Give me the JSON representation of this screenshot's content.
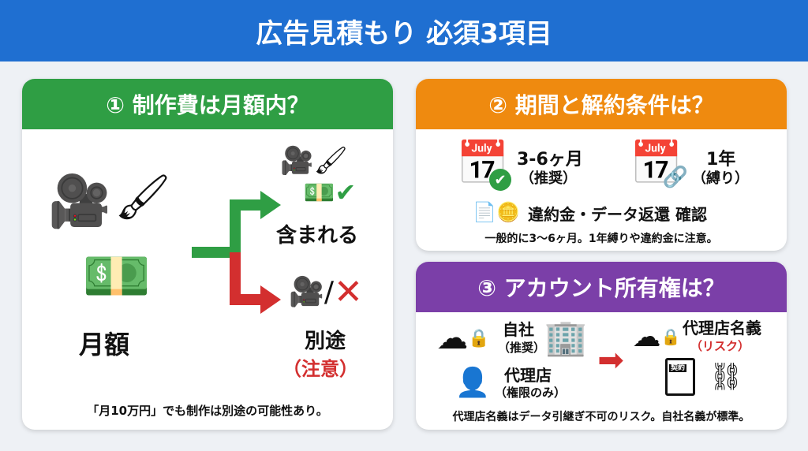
{
  "title": "広告見積もり 必須3項目",
  "colors": {
    "header": "#1f6fd1",
    "green": "#2f9e44",
    "orange": "#ef8a0f",
    "purple": "#7b3fa8",
    "red": "#d32f2f"
  },
  "panel1": {
    "heading": "① 制作費は月額内？",
    "monthly": "月額",
    "included": "含まれる",
    "separate": "別途",
    "caution": "（注意）",
    "note": "「月10万円」でも制作は別途の可能性あり。"
  },
  "panel2": {
    "heading": "② 期間と解約条件は？",
    "option1": "3-6ヶ月",
    "option1_sub": "（推奨）",
    "option2": "1年",
    "option2_sub": "（縛り）",
    "check": "違約金・データ返還 確認",
    "note": "一般的に3〜6ヶ月。1年縛りや違約金に注意。"
  },
  "panel3": {
    "heading": "③ アカウント所有権は？",
    "own": "自社",
    "own_sub": "（推奨）",
    "agency": "代理店",
    "agency_sub": "（権限のみ）",
    "agency_name": "代理店名義",
    "risk": "（リスク）",
    "contract_label": "契約",
    "note": "代理店名義はデータ引継ぎ不可のリスク。自社名義が標準。"
  }
}
